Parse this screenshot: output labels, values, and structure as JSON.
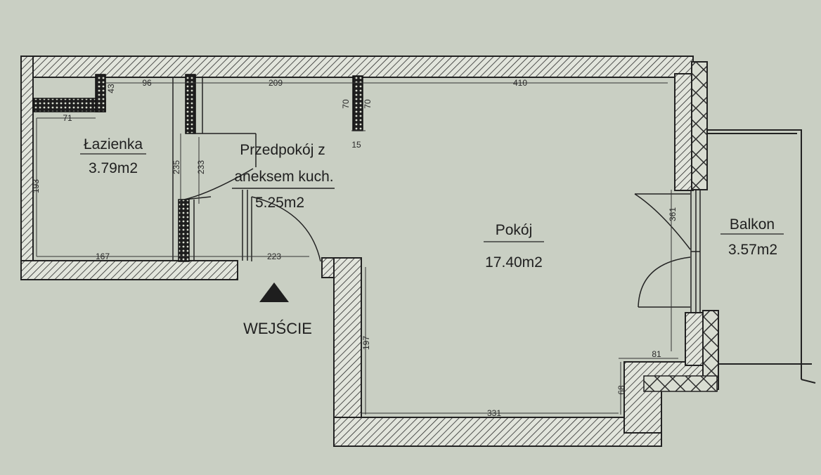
{
  "rooms": {
    "bathroom": {
      "name": "Łazienka",
      "area": "3.79m2"
    },
    "hall": {
      "name_line1": "Przedpokój z",
      "name_line2": "aneksem kuch.",
      "area": "5.25m2"
    },
    "room": {
      "name": "Pokój",
      "area": "17.40m2"
    },
    "balcony": {
      "name": "Balkon",
      "area": "3.57m2"
    }
  },
  "entrance": {
    "label": "WEJŚCIE"
  },
  "dimensions": {
    "d96": "96",
    "d43": "43",
    "d71": "71",
    "d209": "209",
    "d410": "410",
    "d70a": "70",
    "d70b": "70",
    "d15": "15",
    "d193": "193",
    "d235": "235",
    "d233": "233",
    "d167": "167",
    "d223": "223",
    "d361": "361",
    "d197": "197",
    "d81": "81",
    "d68": "68",
    "d331": "331"
  },
  "colors": {
    "paper": "#c9cfc3",
    "wall_fill": "#dfe3d8",
    "ink": "#222222"
  }
}
